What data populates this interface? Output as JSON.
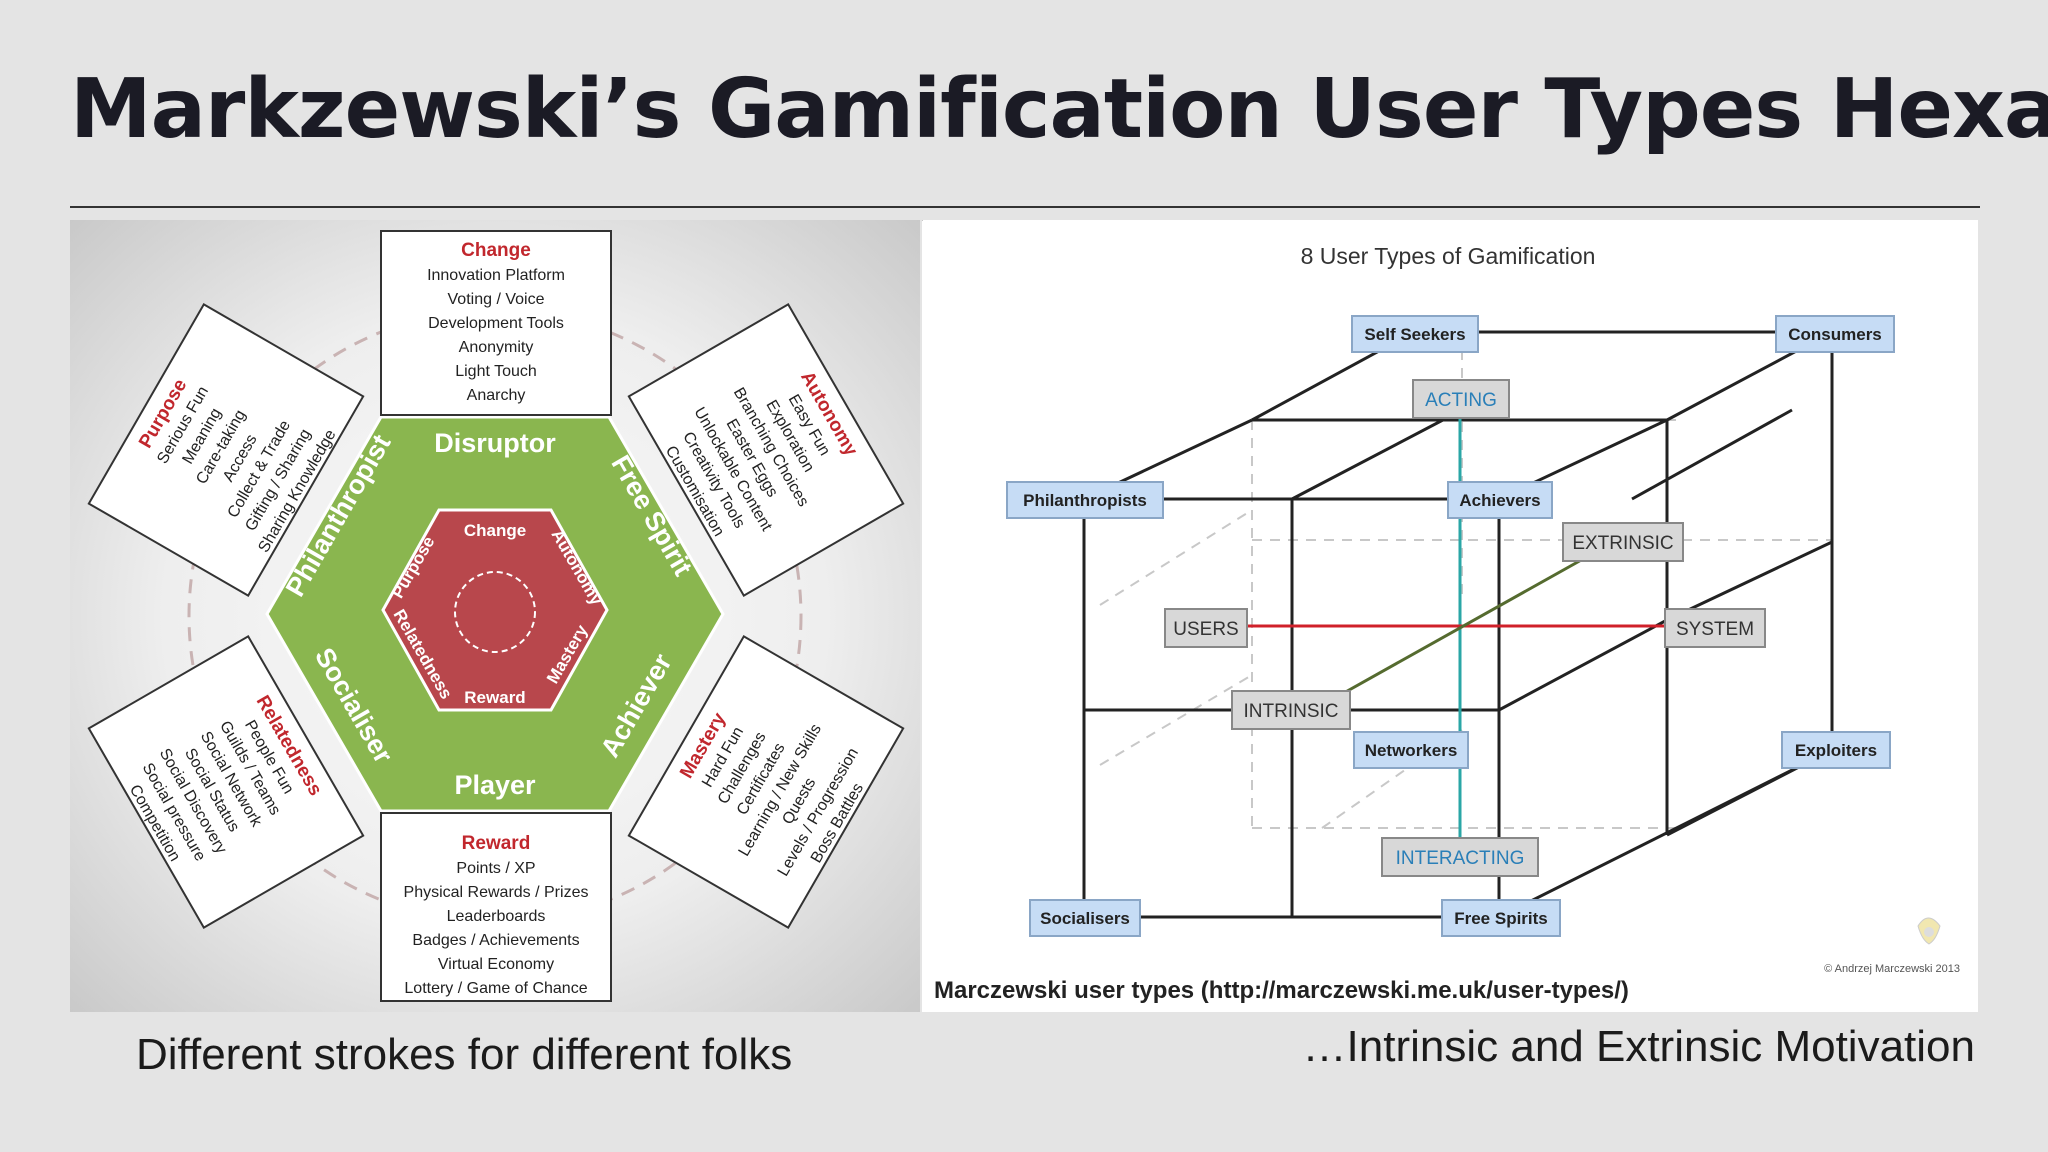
{
  "slide": {
    "title": "Markzewski’s Gamification User Types Hexad",
    "caption_left": "Different strokes for different folks",
    "caption_right": "…Intrinsic and Extrinsic Motivation"
  },
  "hexad": {
    "center": {
      "top": "Change",
      "upper_right": "Autonomy",
      "lower_right": "Mastery",
      "bottom": "Reward",
      "lower_left": "Relatedness",
      "upper_left": "Purpose"
    },
    "types": {
      "top": "Disruptor",
      "upper_right": "Free Spirit",
      "lower_right": "Achiever",
      "bottom": "Player",
      "lower_left": "Socialiser",
      "upper_left": "Philanthropist"
    },
    "boxes": {
      "top": {
        "heading": "Change",
        "items": [
          "Innovation Platform",
          "Voting / Voice",
          "Development Tools",
          "Anonymity",
          "Light Touch",
          "Anarchy"
        ]
      },
      "upper_right": {
        "heading": "Autonomy",
        "items": [
          "Easy Fun",
          "Exploration",
          "Branching Choices",
          "Easter Eggs",
          "Unlockable Content",
          "Creativity Tools",
          "Customisation"
        ]
      },
      "lower_right": {
        "heading": "Mastery",
        "items": [
          "Hard Fun",
          "Challenges",
          "Certificates",
          "Learning / New Skills",
          "Quests",
          "Levels / Progression",
          "Boss Battles"
        ]
      },
      "bottom": {
        "heading": "Reward",
        "items": [
          "Points / XP",
          "Physical Rewards / Prizes",
          "Leaderboards",
          "Badges / Achievements",
          "Virtual Economy",
          "Lottery / Game of Chance"
        ]
      },
      "lower_left": {
        "heading": "Relatedness",
        "items": [
          "People Fun",
          "Guilds / Teams",
          "Social Network",
          "Social Status",
          "Social Discovery",
          "Social pressure",
          "Competition"
        ]
      },
      "upper_left": {
        "heading": "Purpose",
        "items": [
          "Serious Fun",
          "Meaning",
          "Care-taking",
          "Access",
          "Collect & Trade",
          "Gifting / Sharing",
          "Sharing Knowledge"
        ]
      }
    },
    "colors": {
      "hex_outer": "#8ab64f",
      "hex_inner": "#b8474c",
      "heading_red": "#c1272d"
    }
  },
  "cube": {
    "title": "8 User Types of Gamification",
    "nodes": {
      "self_seekers": "Self Seekers",
      "consumers": "Consumers",
      "philanthropists": "Philanthropists",
      "achievers": "Achievers",
      "networkers": "Networkers",
      "exploiters": "Exploiters",
      "socialisers": "Socialisers",
      "free_spirits": "Free Spirits"
    },
    "axes": {
      "acting": "ACTING",
      "interacting": "INTERACTING",
      "users": "USERS",
      "system": "SYSTEM",
      "intrinsic": "INTRINSIC",
      "extrinsic": "EXTRINSIC"
    },
    "footer": "Marczewski user types (http://marczewski.me.uk/user-types/)",
    "copyright": "© Andrzej Marczewski 2013",
    "colors": {
      "node_fill": "#c6dcf5",
      "axis_fill": "#d8d8d8",
      "acting_axis": "#2aa6a6",
      "users_axis": "#d0202a",
      "intrinsic_axis": "#556b2f"
    }
  }
}
